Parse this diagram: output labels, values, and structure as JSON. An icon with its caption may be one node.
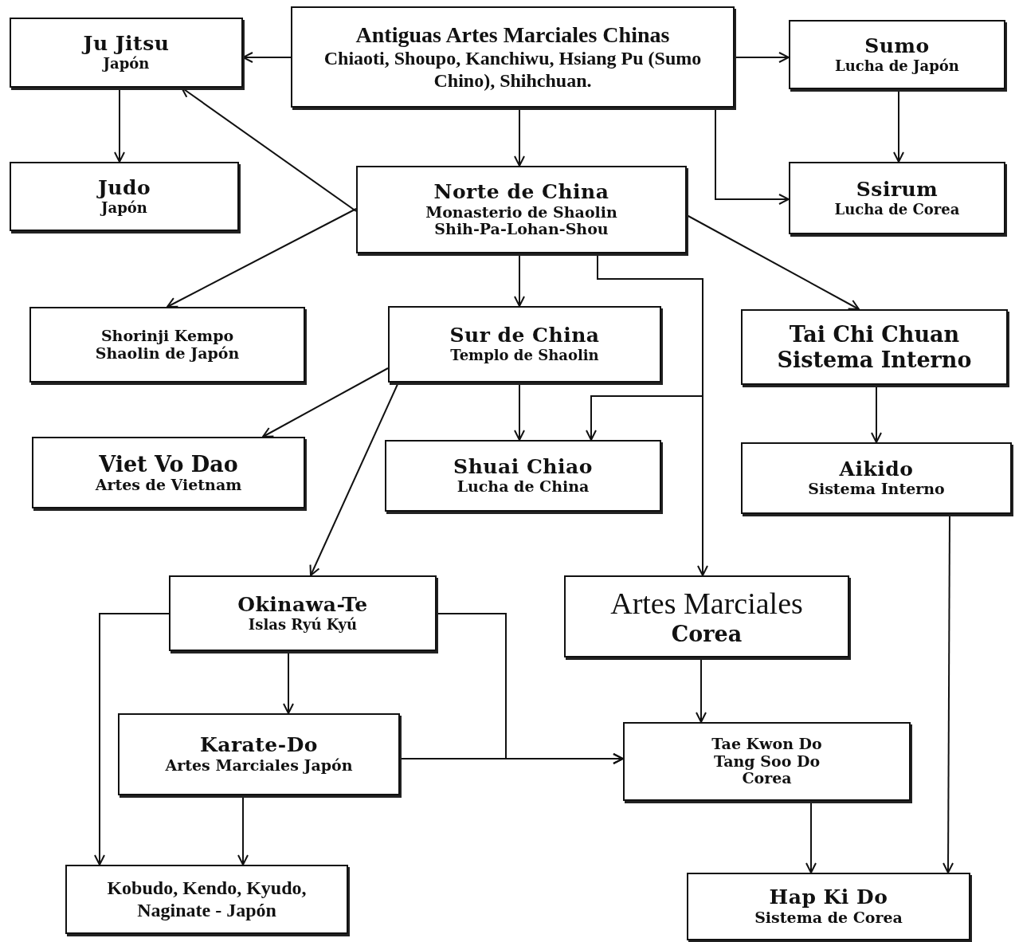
{
  "diagram": {
    "nodes": [
      {
        "text": [
          "Ju Jitsu",
          "Japón"
        ]
      },
      {
        "text": [
          "Antiguas Artes Marciales Chinas",
          "Chiaoti, Shoupo, Kanchiwu, Hsiang Pu (Sumo Chino), Shihchuan."
        ]
      },
      {
        "text": [
          "Sumo",
          "Lucha de Japón"
        ]
      },
      {
        "text": [
          "Judo",
          "Japón"
        ]
      },
      {
        "text": [
          "Norte de China",
          "Monasterio de Shaolin",
          "Shih-Pa-Lohan-Shou"
        ]
      },
      {
        "text": [
          "Ssirum",
          "Lucha de Corea"
        ]
      },
      {
        "text": [
          "Shorinji Kempo",
          "Shaolin de Japón"
        ]
      },
      {
        "text": [
          "Sur de China",
          "Templo de Shaolin"
        ]
      },
      {
        "text": [
          "Tai Chi Chuan",
          "Sistema Interno"
        ]
      },
      {
        "text": [
          "Viet Vo Dao",
          "Artes de Vietnam"
        ]
      },
      {
        "text": [
          "Shuai Chiao",
          "Lucha de China"
        ]
      },
      {
        "text": [
          "Aikido",
          "Sistema Interno"
        ]
      },
      {
        "text": [
          "Okinawa-Te",
          "Islas Ryú Kyú"
        ]
      },
      {
        "text": [
          "Artes Marciales",
          "Corea"
        ]
      },
      {
        "text": [
          "Karate-Do",
          "Artes Marciales Japón"
        ]
      },
      {
        "text": [
          "Tae Kwon Do",
          "Tang Soo Do",
          "Corea"
        ]
      },
      {
        "text": [
          "Kobudo, Kendo, Kyudo, Naginate - Japón"
        ]
      },
      {
        "text": [
          "Hap Ki Do",
          "Sistema de Corea"
        ]
      }
    ],
    "edges": [
      {
        "from": 1,
        "to": 0,
        "arrow": "to"
      },
      {
        "from": 1,
        "to": 2,
        "arrow": "to"
      },
      {
        "from": 1,
        "to": 4,
        "arrow": "to"
      },
      {
        "from": 1,
        "to": 5,
        "arrow": "to"
      },
      {
        "from": 0,
        "to": 3,
        "arrow": "to"
      },
      {
        "from": 2,
        "to": 5,
        "arrow": "to"
      },
      {
        "from": 4,
        "to": 0,
        "arrow": "to"
      },
      {
        "from": 4,
        "to": 6,
        "arrow": "to"
      },
      {
        "from": 4,
        "to": 7,
        "arrow": "to"
      },
      {
        "from": 4,
        "to": 8,
        "arrow": "to"
      },
      {
        "from": 4,
        "to": 13,
        "arrow": "to"
      },
      {
        "from": 4,
        "to": 10,
        "arrow": "to"
      },
      {
        "from": 7,
        "to": 9,
        "arrow": "to"
      },
      {
        "from": 7,
        "to": 10,
        "arrow": "to"
      },
      {
        "from": 7,
        "to": 12,
        "arrow": "to"
      },
      {
        "from": 8,
        "to": 11,
        "arrow": "to"
      },
      {
        "from": 11,
        "to": 17,
        "arrow": "to"
      },
      {
        "from": 12,
        "to": 14,
        "arrow": "to"
      },
      {
        "from": 12,
        "to": 16,
        "arrow": "to"
      },
      {
        "from": 12,
        "to": 15,
        "arrow": "to"
      },
      {
        "from": 14,
        "to": 15,
        "arrow": "to"
      },
      {
        "from": 14,
        "to": 16,
        "arrow": "to"
      },
      {
        "from": 13,
        "to": 15,
        "arrow": "to"
      },
      {
        "from": 15,
        "to": 17,
        "arrow": "to"
      }
    ]
  }
}
